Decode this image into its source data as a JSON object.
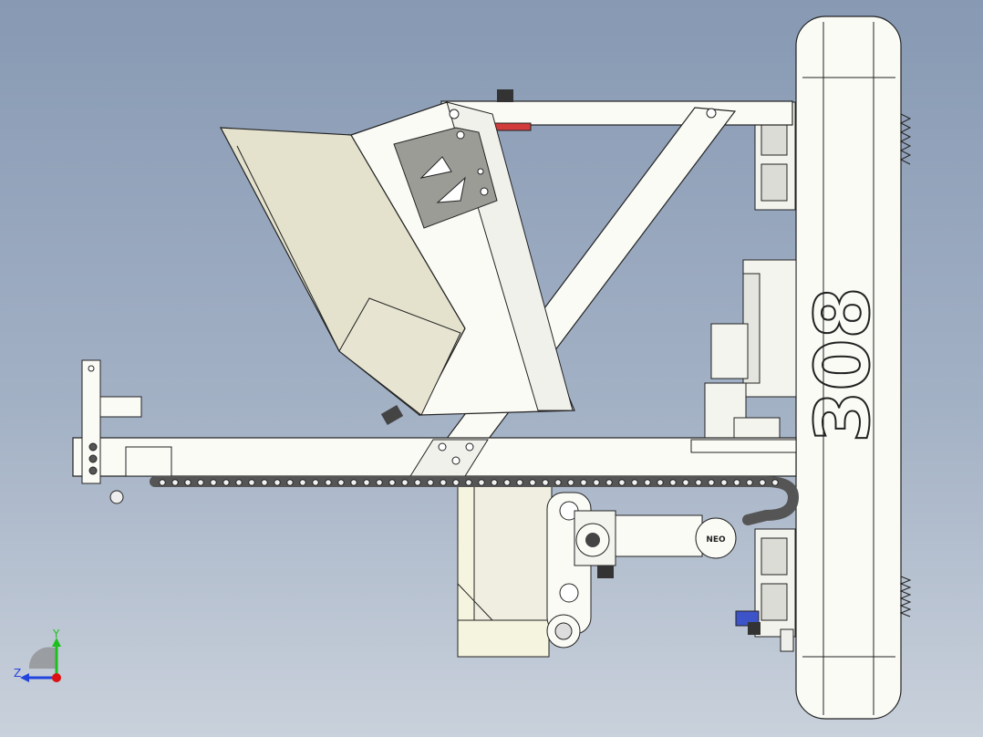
{
  "viewport": {
    "colors": {
      "background_top": "#8799b3",
      "background_bottom": "#c9d1db",
      "part_fill": "#fbfbf6",
      "part_edge": "#222222",
      "hopper_fill": "#e2e0cb",
      "plate_fill": "#9c9c97",
      "accent_red": "#d23b3b",
      "accent_blue": "#3d54c8"
    },
    "bumper_number": "308",
    "triad": {
      "y_label": "Y",
      "z_label": "Z",
      "y_color": "#1fbf1f",
      "z_color": "#2244dd",
      "x_color": "#dd1111"
    }
  }
}
